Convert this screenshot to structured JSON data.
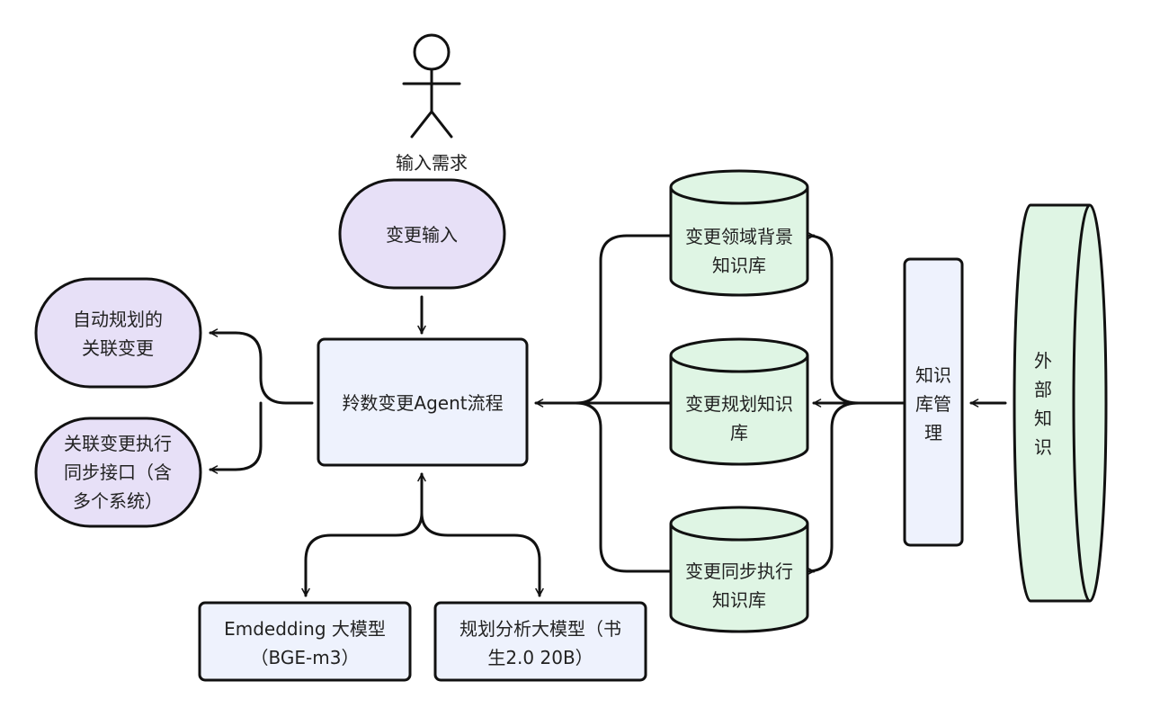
{
  "actor": {
    "label": "输入需求"
  },
  "nodes": {
    "change_input": {
      "lines": [
        "变更输入"
      ]
    },
    "auto_plan": {
      "lines": [
        "自动规划的",
        "关联变更"
      ]
    },
    "exec_sync": {
      "lines": [
        "关联变更执行",
        "同步接口（含",
        "多个系统）"
      ]
    },
    "agent_flow": {
      "lines": [
        "羚数变更Agent流程"
      ]
    },
    "embedding_model": {
      "lines": [
        "Emdedding 大模型",
        "（BGE-m3）"
      ]
    },
    "planning_model": {
      "lines": [
        "规划分析大模型（书",
        "生2.0 20B）"
      ]
    },
    "kb_domain": {
      "lines": [
        "变更领域背景",
        "知识库"
      ]
    },
    "kb_plan": {
      "lines": [
        "变更规划知识",
        "库"
      ]
    },
    "kb_sync": {
      "lines": [
        "变更同步执行",
        "知识库"
      ]
    },
    "kb_manage": {
      "lines": [
        "知识",
        "库管",
        "理"
      ]
    },
    "external": {
      "lines": [
        "外",
        "部",
        "知",
        "识"
      ]
    }
  },
  "colors": {
    "purple": "#e7e0f7",
    "blue": "#eef2fd",
    "green": "#dff5e4",
    "stroke": "#111111"
  }
}
